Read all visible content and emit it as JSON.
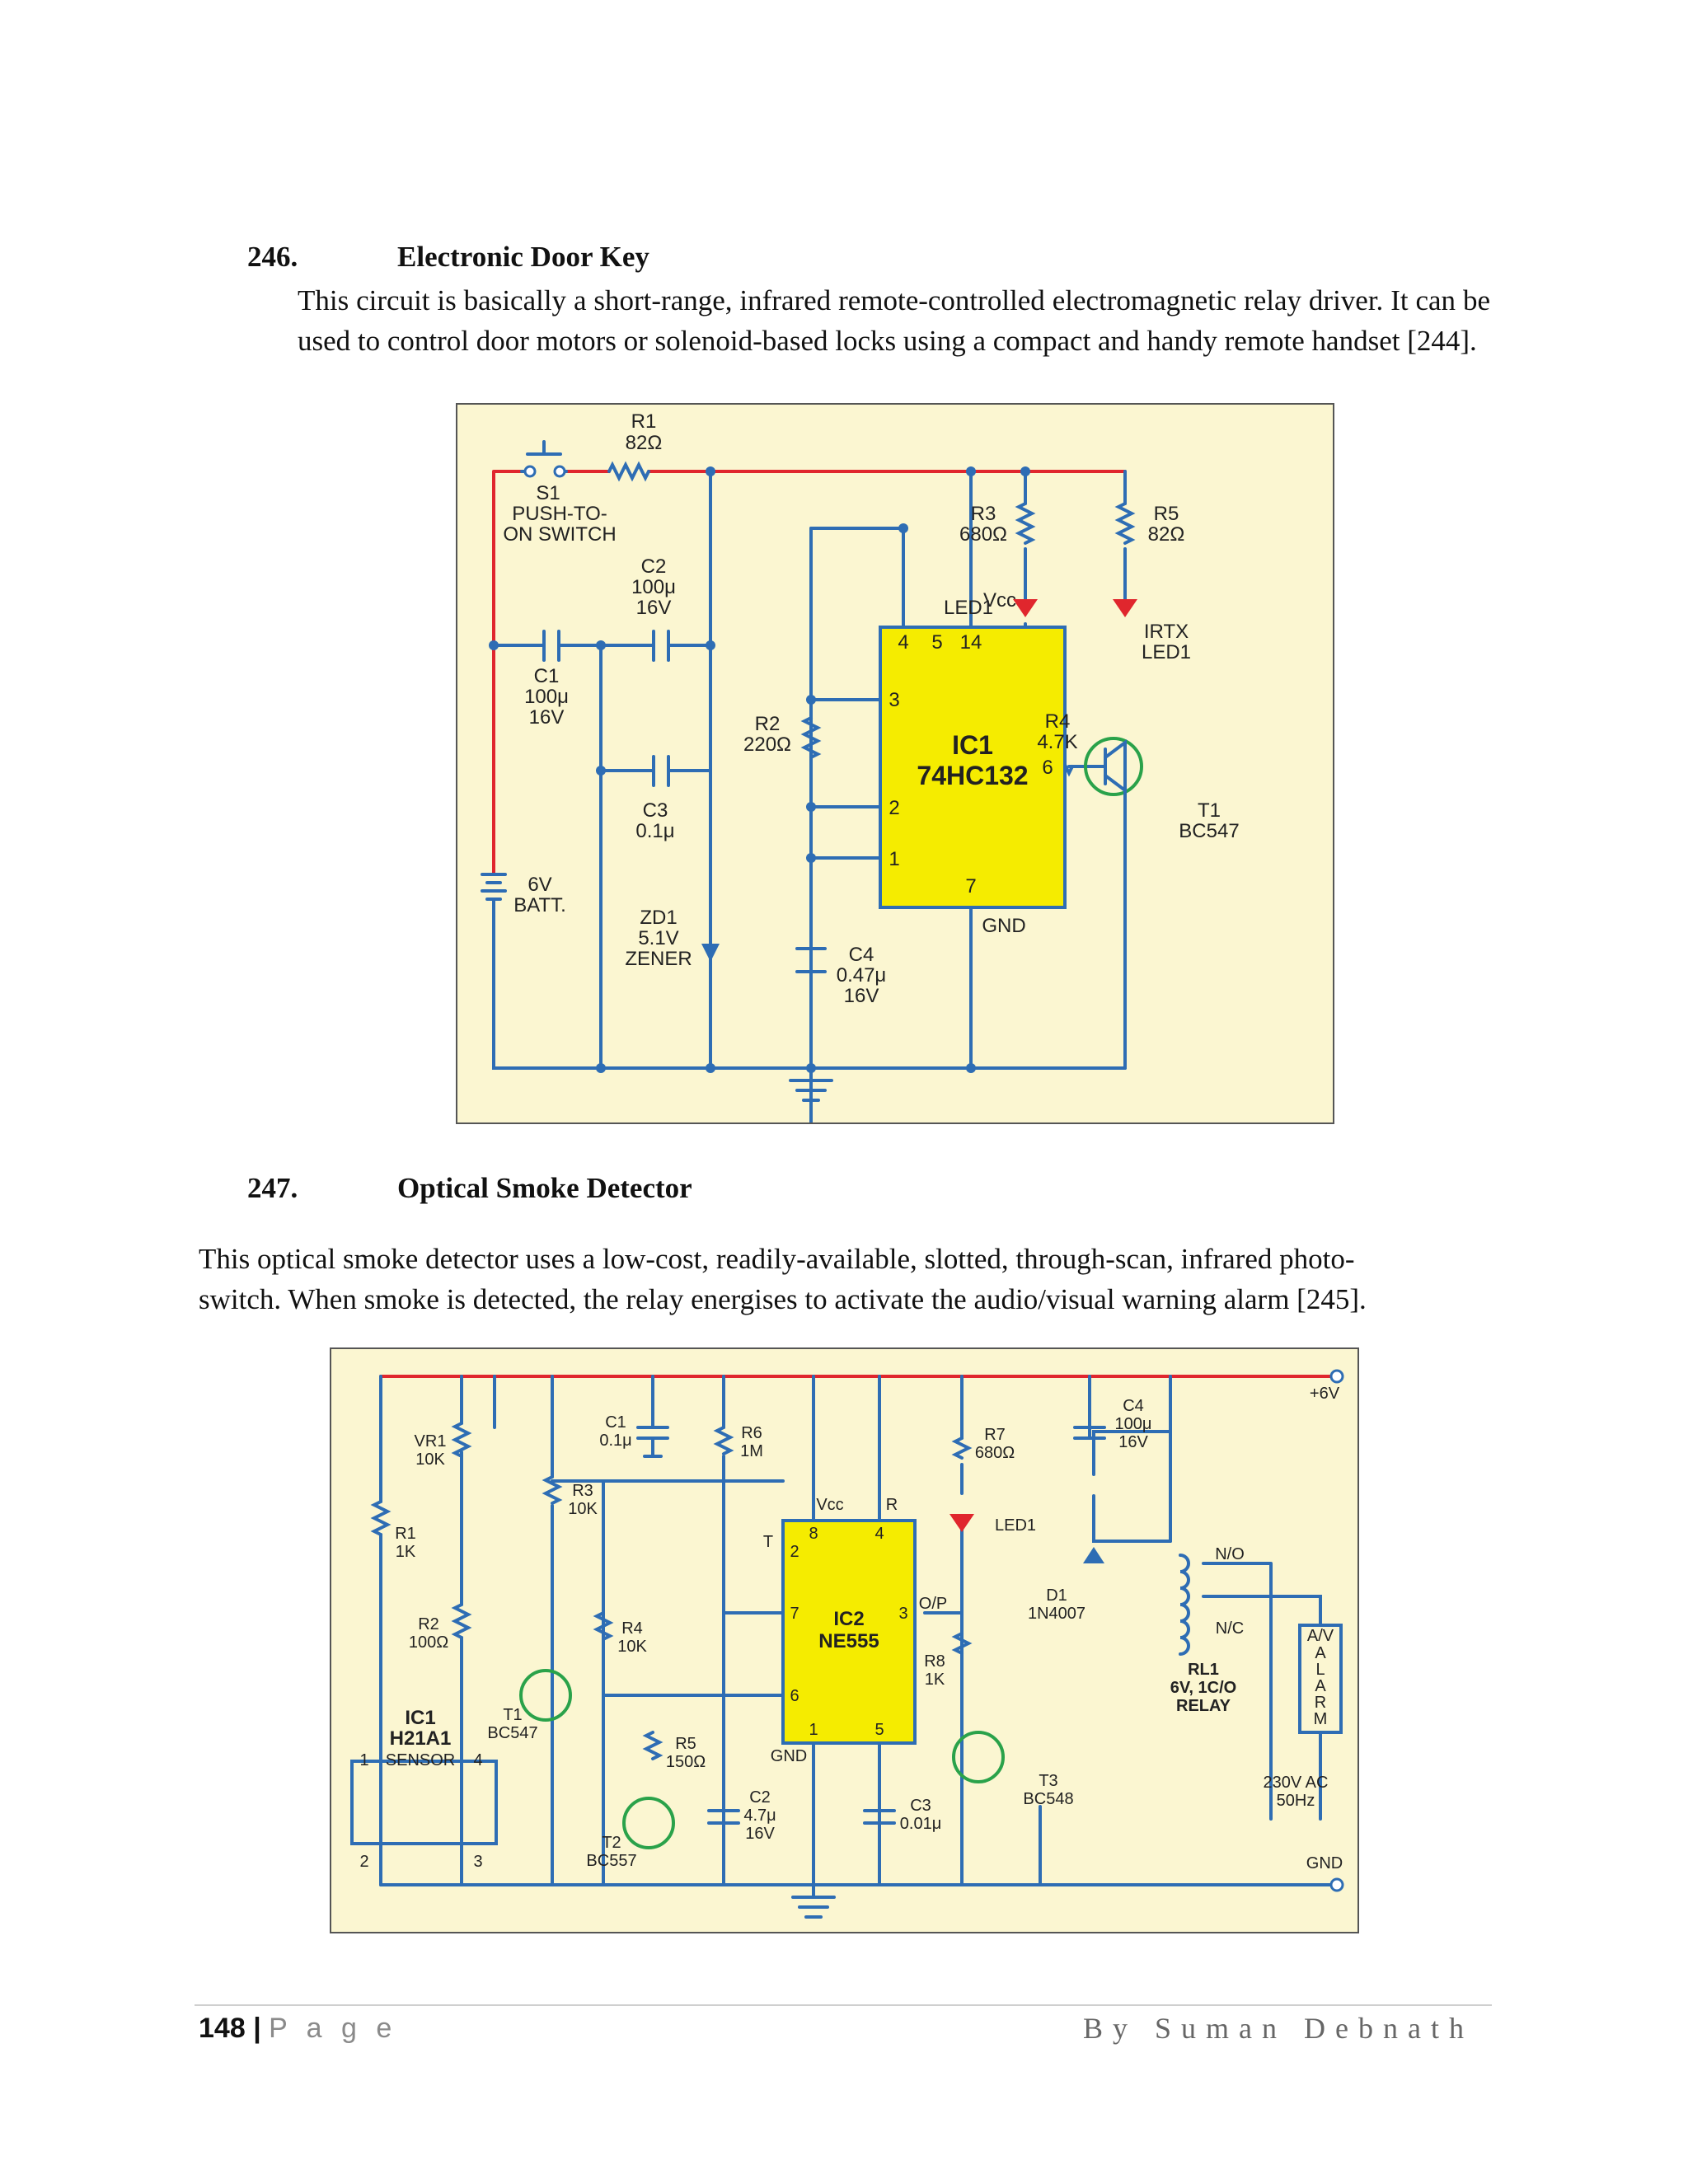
{
  "sections": [
    {
      "number": "246.",
      "title": "Electronic Door Key",
      "text": "This circuit is basically a short-range, infrared remote-controlled electromagnetic relay driver. It can be used to control door motors or solenoid-based locks using a compact and handy remote handset [244]."
    },
    {
      "number": "247.",
      "title": "Optical Smoke Detector",
      "text": "This optical smoke detector uses a low-cost, readily-available, slotted, through-scan, infrared photo-switch. When smoke is detected, the relay energises to activate the audio/visual warning alarm [245]."
    }
  ],
  "fig1": {
    "s1": "S1",
    "s1_l1": "PUSH-TO-",
    "s1_l2": "ON SWITCH",
    "r1": "R1",
    "r1v": "82Ω",
    "c2": "C2",
    "c2v": "100μ",
    "c2r": "16V",
    "c1": "C1",
    "c1v": "100μ",
    "c1r": "16V",
    "c3": "C3",
    "c3v": "0.1μ",
    "batt": "6V",
    "batt2": "BATT.",
    "zd1": "ZD1",
    "zd1v": "5.1V",
    "zd1t": "ZENER",
    "r2": "R2",
    "r2v": "220Ω",
    "c4": "C4",
    "c4v": "0.47μ",
    "c4r": "16V",
    "ic_name": "IC1",
    "ic_part": "74HC132",
    "vcc": "Vcc",
    "gnd": "GND",
    "pin4": "4",
    "pin5": "5",
    "pin14": "14",
    "pin3": "3",
    "pin2": "2",
    "pin1": "1",
    "pin7": "7",
    "pin6": "6",
    "r3": "R3",
    "r3v": "680Ω",
    "led1": "LED1",
    "r5": "R5",
    "r5v": "82Ω",
    "irtx": "IRTX",
    "irtx2": "LED1",
    "r4": "R4",
    "r4v": "4.7K",
    "t1": "T1",
    "t1v": "BC547"
  },
  "fig2": {
    "vr1": "VR1",
    "vr1v": "10K",
    "r1": "R1",
    "r1v": "1K",
    "r2": "R2",
    "r2v": "100Ω",
    "c1": "C1",
    "c1v": "0.1μ",
    "r6": "R6",
    "r6v": "1M",
    "r3": "R3",
    "r3v": "10K",
    "r4": "R4",
    "r4v": "10K",
    "r5": "R5",
    "r5v": "150Ω",
    "t1": "T1",
    "t1v": "BC547",
    "t2": "T2",
    "t2v": "BC557",
    "ic1": "IC1",
    "ic1p": "H21A1",
    "sensor": "SENSOR",
    "p1": "1",
    "p4": "4",
    "p2": "2",
    "p3": "3",
    "c2": "C2",
    "c2v": "4.7μ",
    "c2r": "16V",
    "ic2": "IC2",
    "ic2p": "NE555",
    "vcc": "Vcc",
    "r": "R",
    "t": "T",
    "q8": "8",
    "q4": "4",
    "q2": "2",
    "q7": "7",
    "q3": "3",
    "q6": "6",
    "q1": "1",
    "q5": "5",
    "gnd": "GND",
    "op": "O/P",
    "c3": "C3",
    "c3v": "0.01μ",
    "r7": "R7",
    "r7v": "680Ω",
    "led1": "LED1",
    "r8": "R8",
    "r8v": "1K",
    "t3": "T3",
    "t3v": "BC548",
    "d1": "D1",
    "d1v": "1N4007",
    "c4": "C4",
    "c4v": "100μ",
    "c4r": "16V",
    "plus": "+6V",
    "gnd2": "GND",
    "no": "N/O",
    "nc": "N/C",
    "rl1": "RL1",
    "rl1v": "6V, 1C/O",
    "rl1t": "RELAY",
    "ac": "230V AC",
    "hz": "50Hz",
    "av": "A/V",
    "a1": "A",
    "l": "L",
    "a2": "A",
    "rr": "R",
    "m": "M"
  },
  "footer": {
    "page_number": "148",
    "separator": "|",
    "page_word": "P a g e",
    "author": "By Suman Debnath"
  }
}
